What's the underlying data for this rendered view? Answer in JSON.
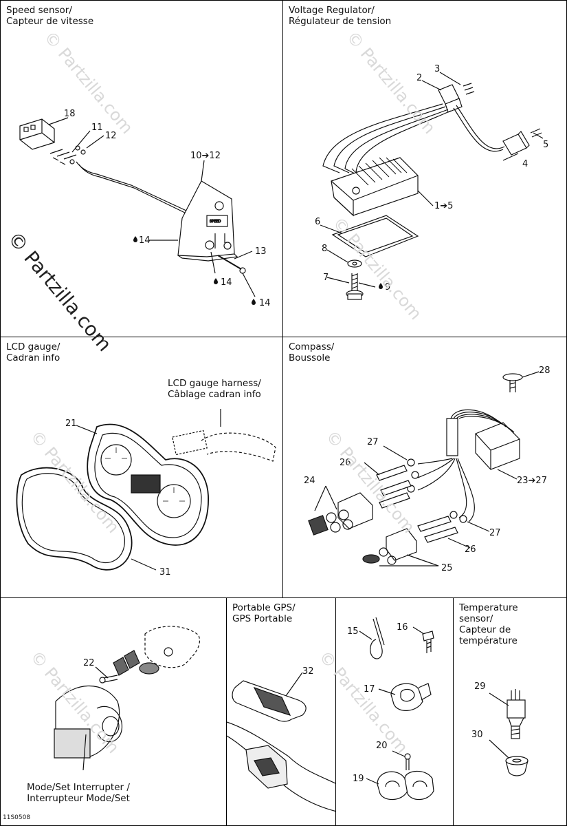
{
  "watermark": "© Partzilla.com",
  "diagram_code": "11S0508",
  "panels": {
    "speed_sensor": {
      "title": "Speed sensor/\nCapteur de vitesse",
      "labels": {
        "l18": "18",
        "l11": "11",
        "l12": "12",
        "l10": "10➔12",
        "l14a": "14",
        "l13": "13",
        "l14b": "14",
        "l14c": "14"
      }
    },
    "voltage_regulator": {
      "title": "Voltage Regulator/\nRégulateur de tension",
      "labels": {
        "l2": "2",
        "l3": "3",
        "l5": "5",
        "l4": "4",
        "l1": "1➔5",
        "l6": "6",
        "l8": "8",
        "l7": "7",
        "l9": "9"
      }
    },
    "lcd_gauge": {
      "title": "LCD gauge/\nCadran info",
      "harness_label": "LCD gauge harness/\nCâblage cadran info",
      "labels": {
        "l21": "21",
        "l31": "31"
      }
    },
    "compass": {
      "title": "Compass/\nBoussole",
      "labels": {
        "l28": "28",
        "l27a": "27",
        "l26a": "26",
        "l24": "24",
        "l23": "23➔27",
        "l27b": "27",
        "l26b": "26",
        "l25": "25"
      }
    },
    "mode_set": {
      "caption": "Mode/Set Interrupter /\nInterrupteur Mode/Set",
      "labels": {
        "l22": "22"
      }
    },
    "portable_gps": {
      "title": "Portable GPS/\nGPS Portable",
      "labels": {
        "l32": "32"
      }
    },
    "fasteners": {
      "labels": {
        "l15": "15",
        "l16": "16",
        "l17": "17",
        "l20": "20",
        "l19": "19"
      }
    },
    "temperature_sensor": {
      "title": "Temperature\nsensor/\nCapteur de\ntempérature",
      "labels": {
        "l29": "29",
        "l30": "30"
      }
    }
  }
}
